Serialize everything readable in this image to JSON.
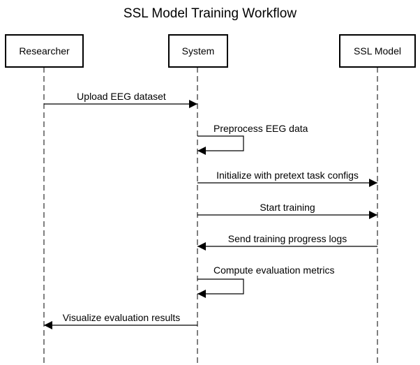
{
  "title": "SSL Model Training Workflow",
  "actors": [
    {
      "id": "researcher",
      "label": "Researcher"
    },
    {
      "id": "system",
      "label": "System"
    },
    {
      "id": "ssl_model",
      "label": "SSL Model"
    }
  ],
  "messages": [
    {
      "from": "researcher",
      "to": "system",
      "label": "Upload EEG dataset"
    },
    {
      "from": "system",
      "to": "system",
      "label": "Preprocess EEG data"
    },
    {
      "from": "system",
      "to": "ssl_model",
      "label": "Initialize with pretext task configs"
    },
    {
      "from": "system",
      "to": "ssl_model",
      "label": "Start training"
    },
    {
      "from": "ssl_model",
      "to": "system",
      "label": "Send training progress logs"
    },
    {
      "from": "system",
      "to": "system",
      "label": "Compute evaluation metrics"
    },
    {
      "from": "system",
      "to": "researcher",
      "label": "Visualize evaluation results"
    }
  ]
}
